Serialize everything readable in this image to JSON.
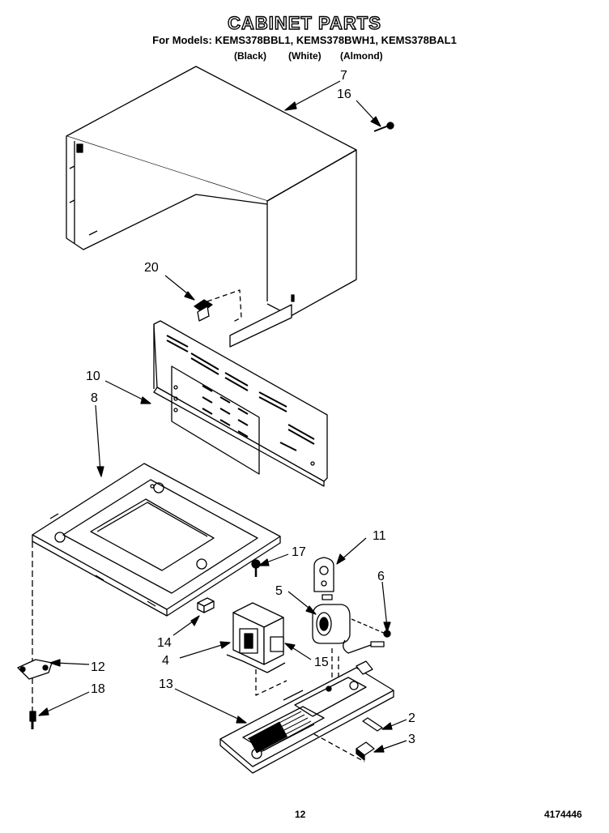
{
  "title": "CABINET PARTS",
  "models_line": "For Models: KEMS378BBL1, KEMS378BWH1, KEMS378BAL1",
  "color_variants": [
    "(Black)",
    "(White)",
    "(Almond)"
  ],
  "callouts": {
    "c7": "7",
    "c16": "16",
    "c20": "20",
    "c10": "10",
    "c8": "8",
    "c11": "11",
    "c17": "17",
    "c5": "5",
    "c6": "6",
    "c14": "14",
    "c4": "4",
    "c15": "15",
    "c12": "12",
    "c18": "18",
    "c13": "13",
    "c2": "2",
    "c3": "3"
  },
  "page_number": "12",
  "document_number": "4174446"
}
